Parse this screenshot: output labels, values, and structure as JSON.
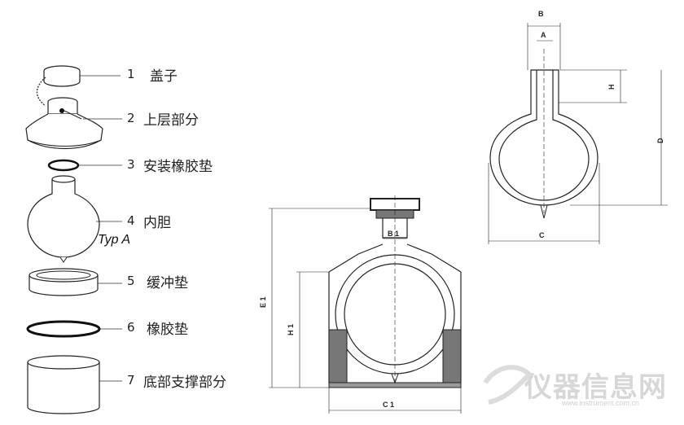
{
  "parts": [
    {
      "num": "1",
      "label": "盖子"
    },
    {
      "num": "2",
      "label": "上层部分"
    },
    {
      "num": "3",
      "label": "安装橡胶垫"
    },
    {
      "num": "4",
      "label": "内胆"
    },
    {
      "num": "5",
      "label": "缓冲垫"
    },
    {
      "num": "6",
      "label": "橡胶垫"
    },
    {
      "num": "7",
      "label": "底部支撑部分"
    }
  ],
  "type_label": "Typ A",
  "dims_top": {
    "B": "B",
    "A": "A",
    "H": "H",
    "D": "D",
    "C": "C"
  },
  "dims_bottom": {
    "B1": "B 1",
    "H1": "H 1",
    "E1": "E 1",
    "C1": "C 1"
  },
  "watermark": {
    "text": "仪器信息网",
    "url": "www.instrument.com.cn"
  }
}
